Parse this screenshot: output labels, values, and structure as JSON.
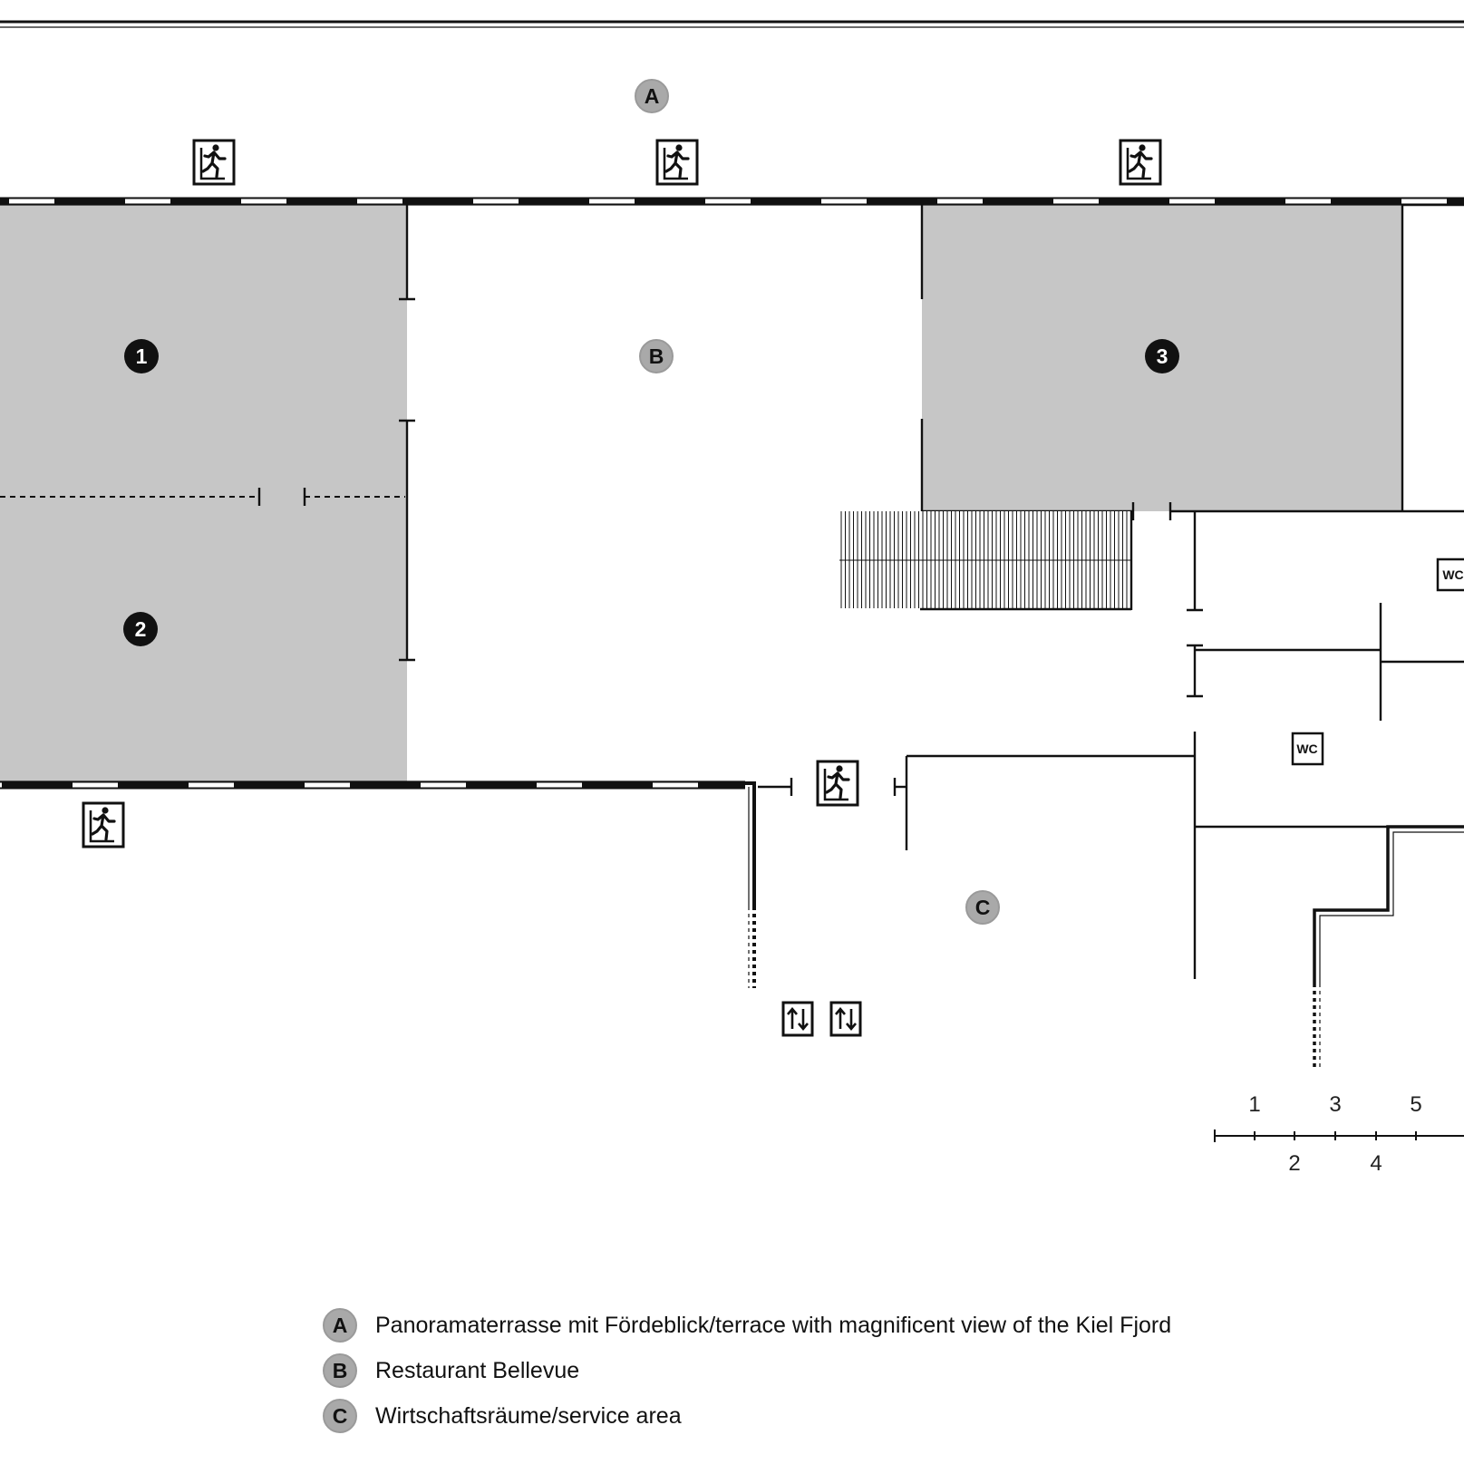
{
  "areas": {
    "a": "A",
    "b": "B",
    "c": "C"
  },
  "rooms": {
    "r1": "1",
    "r2": "2",
    "r3": "3"
  },
  "wc": {
    "upper": "WC",
    "lower": "WC"
  },
  "scale": {
    "top_labels": [
      "1",
      "3",
      "5"
    ],
    "bottom_labels": [
      "2",
      "4"
    ]
  },
  "legend": [
    {
      "key": "A",
      "text": "Panoramaterrasse mit Fördeblick/terrace with magnificent view of the Kiel Fjord"
    },
    {
      "key": "B",
      "text": "Restaurant Bellevue"
    },
    {
      "key": "C",
      "text": "Wirtschaftsräume/service area"
    }
  ],
  "colors": {
    "room_fill": "#c6c6c6",
    "badge_grey": "#a9a9a9",
    "badge_black": "#111111",
    "line": "#111111"
  },
  "icons": {
    "emergency_exit": "emergency-exit-icon",
    "elevator": "elevator-icon"
  }
}
